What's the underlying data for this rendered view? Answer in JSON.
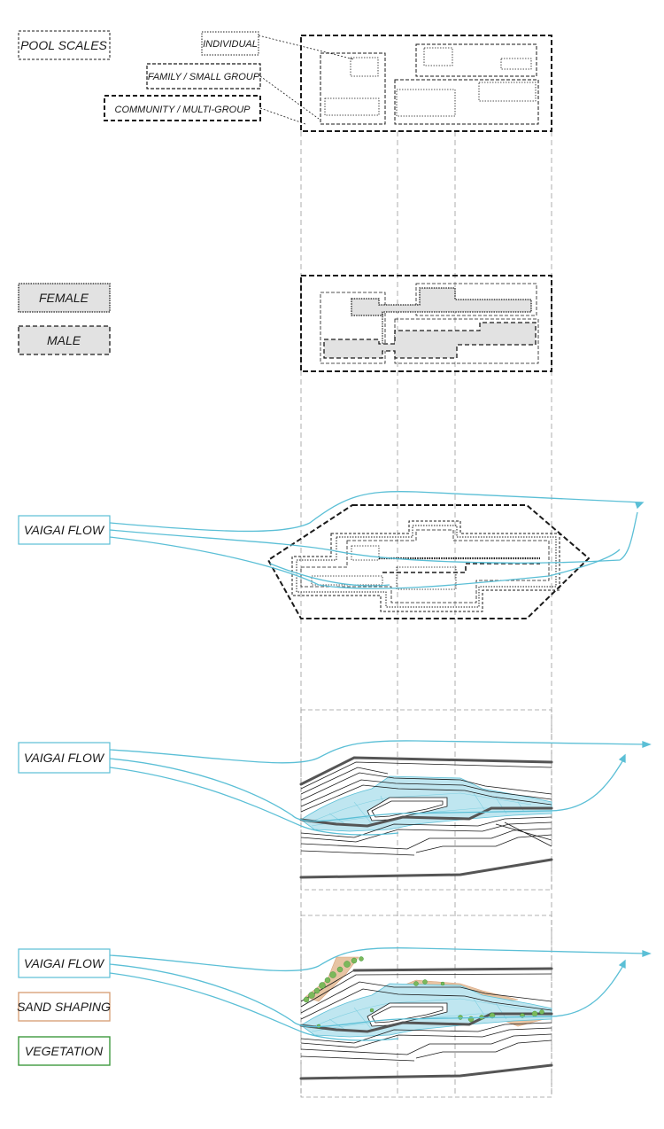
{
  "labels": {
    "pool_scales": "POOL SCALES",
    "individual": "INDIVIDUAL",
    "family_small_group": "FAMILY / SMALL GROUP",
    "community_multi_group": "COMMUNITY / MULTI-GROUP",
    "female": "FEMALE",
    "male": "MALE",
    "vaigai_flow_1": "VAIGAI FLOW",
    "vaigai_flow_2": "VAIGAI FLOW",
    "vaigai_flow_3": "VAIGAI FLOW",
    "sand_shaping": "SAND SHAPING",
    "vegetation": "VEGETATION"
  },
  "colors": {
    "ink": "#1a1a1a",
    "guide": "#9a9a9a",
    "flow": "#5bbfd6",
    "water_fill": "#bfe6f0",
    "gender_fill": "#e2e2e2",
    "sand": "#d8a27a",
    "sand_fill": "#e7c4a3",
    "vegetation": "#3e9a3e",
    "vegetation_fill": "#7cb85a"
  }
}
